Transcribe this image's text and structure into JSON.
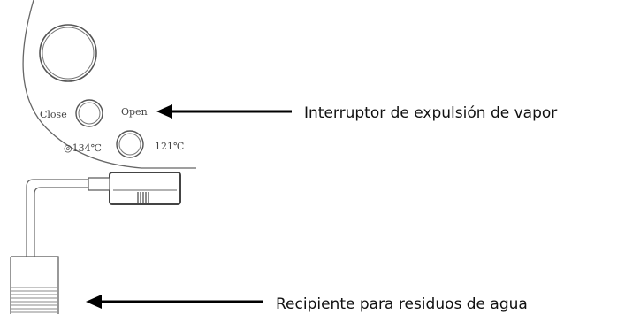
{
  "device": {
    "close_label": "Close",
    "open_label": "Open",
    "temp_134_label": "◎134℃",
    "temp_121_label": "121℃"
  },
  "callouts": {
    "steam_switch_label": "Interruptor de expulsión de vapor",
    "water_container_label": "Recipiente para residuos de agua"
  }
}
